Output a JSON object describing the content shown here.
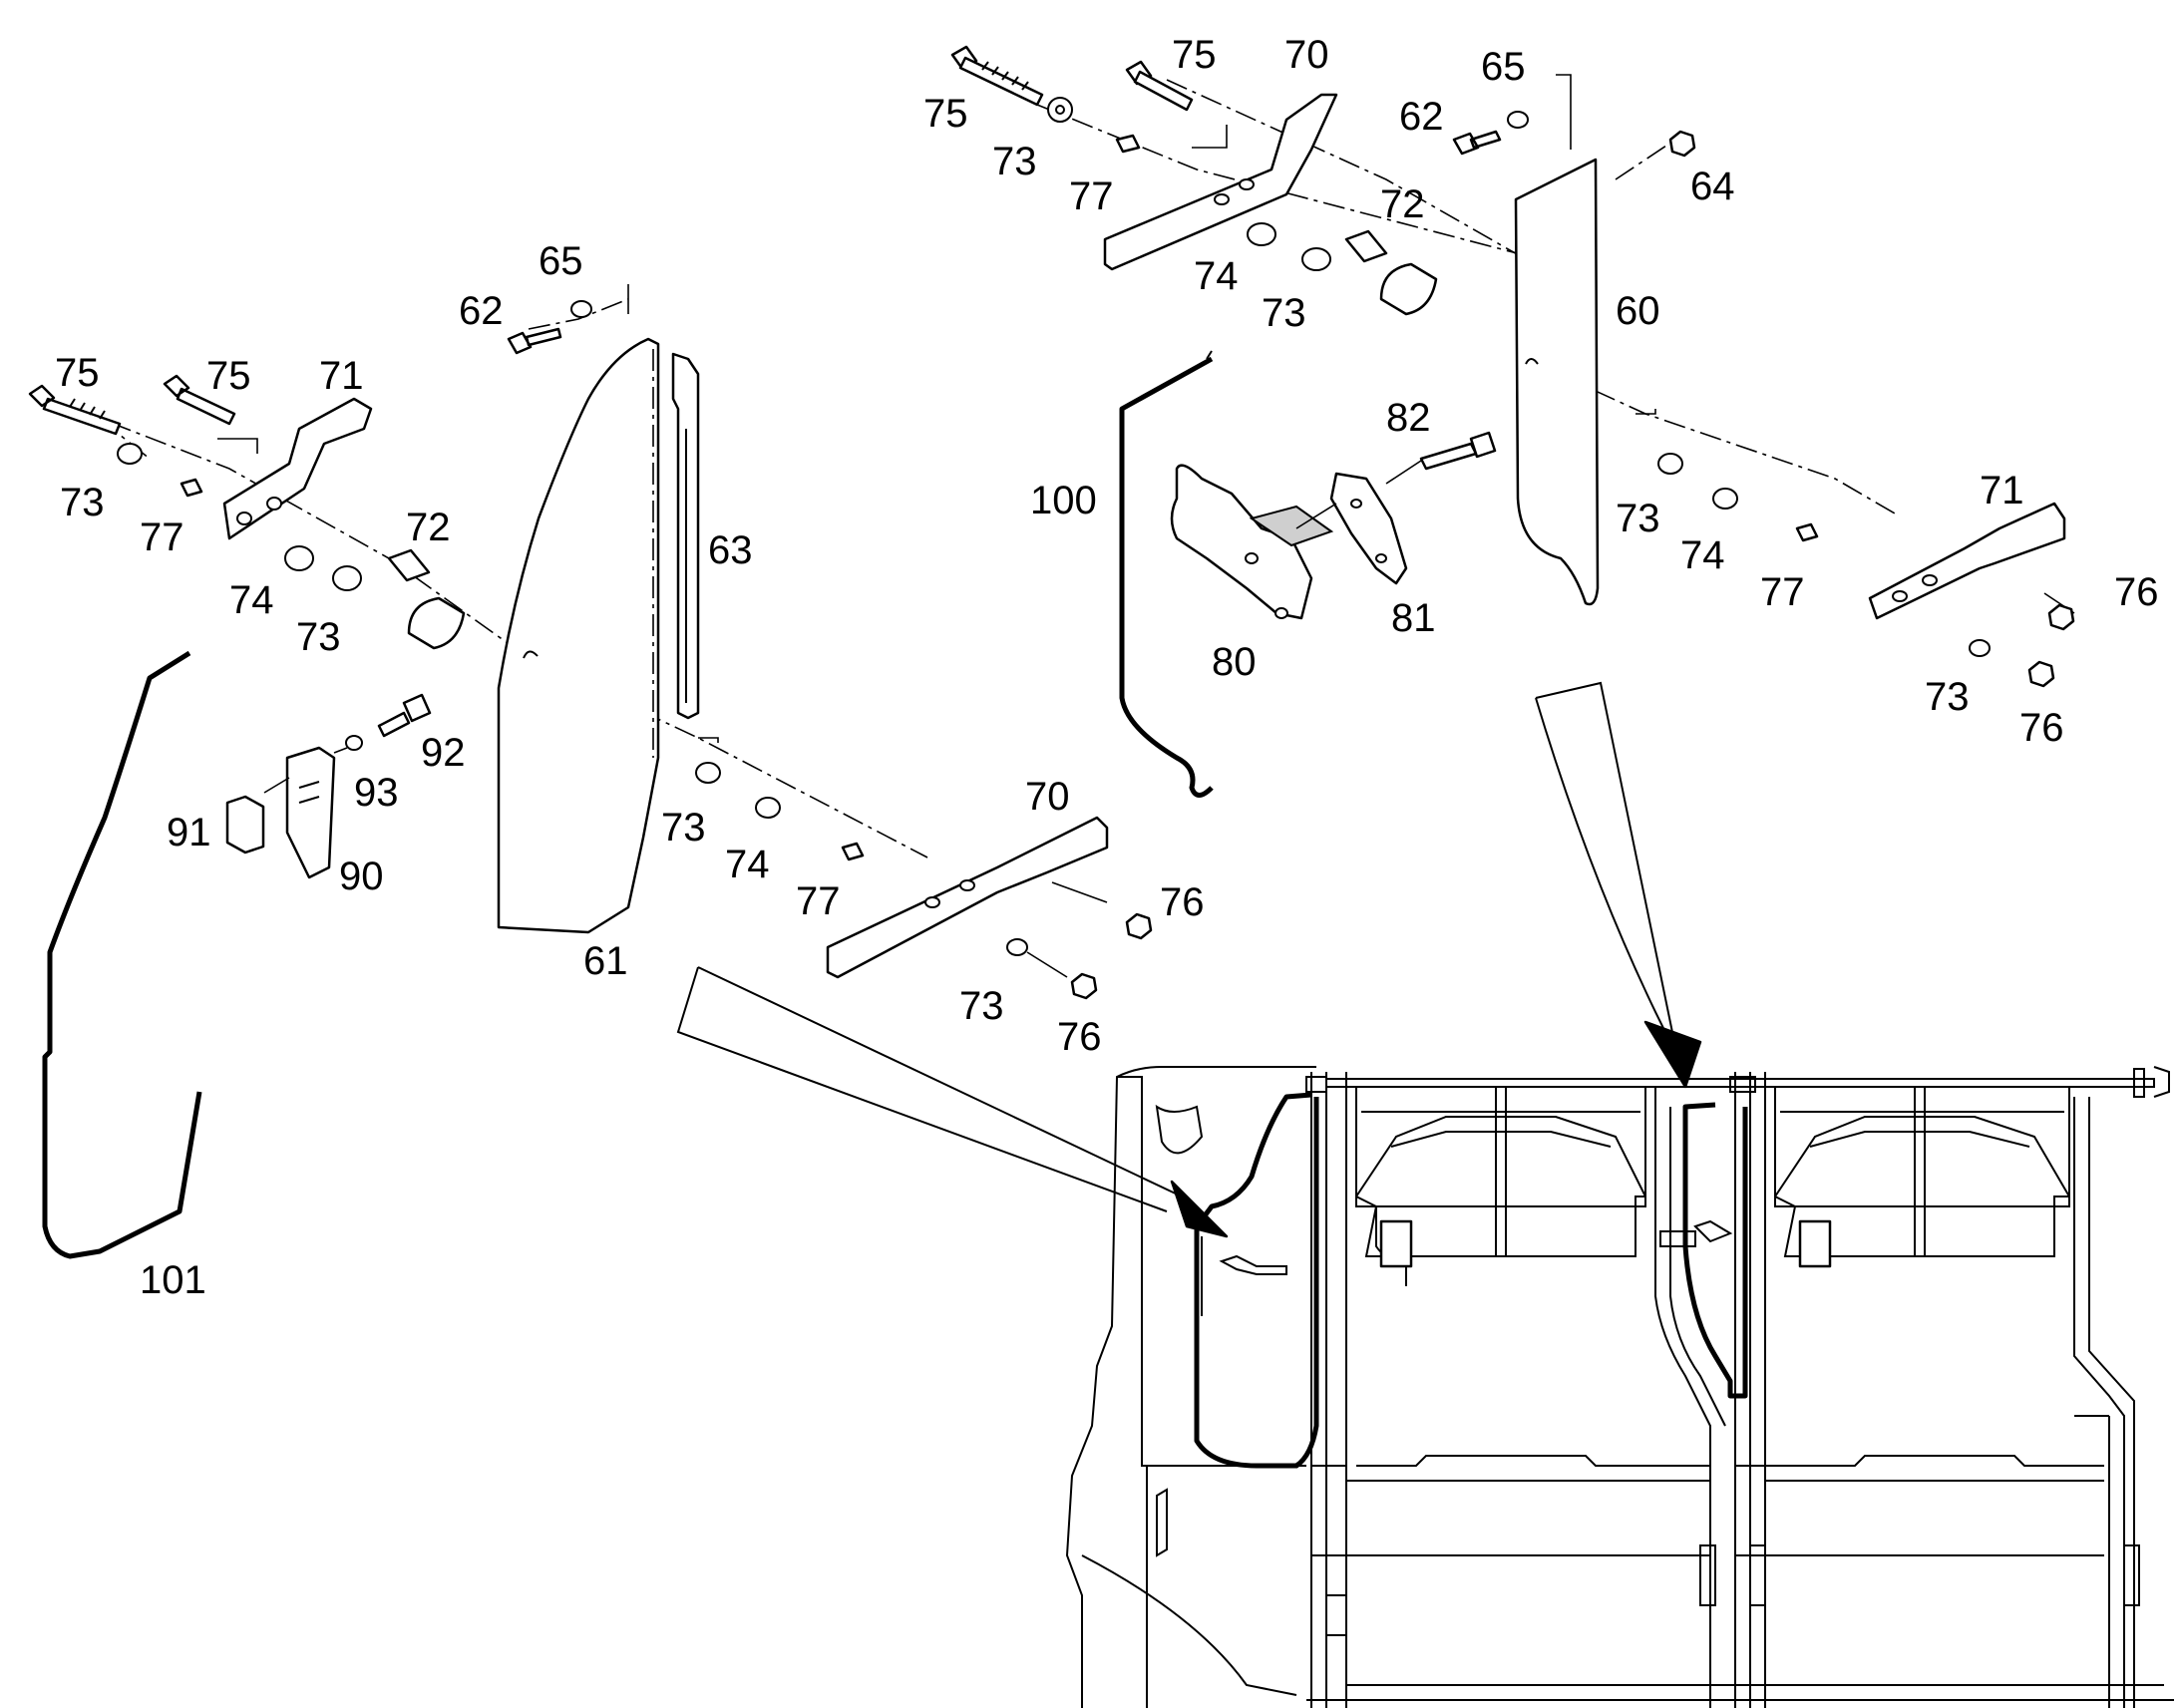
{
  "diagram": {
    "labels": {
      "l_75a": "75",
      "l_75b": "75",
      "l_70a": "70",
      "l_65a": "65",
      "l_62a": "62",
      "l_73a": "73",
      "l_77a": "77",
      "l_64": "64",
      "l_72a": "72",
      "l_74a": "74",
      "l_73b": "73",
      "l_60": "60",
      "l_82": "82",
      "l_100": "100",
      "l_80": "80",
      "l_81": "81",
      "l_73c": "73",
      "l_74b": "74",
      "l_71a": "71",
      "l_77b": "77",
      "l_76a": "76",
      "l_73d": "73",
      "l_76b": "76",
      "l_65b": "65",
      "l_62b": "62",
      "l_75c": "75",
      "l_75d": "75",
      "l_71b": "71",
      "l_73e": "73",
      "l_77c": "77",
      "l_72b": "72",
      "l_63": "63",
      "l_74c": "74",
      "l_73f": "73",
      "l_92": "92",
      "l_93": "93",
      "l_91": "91",
      "l_90": "90",
      "l_61": "61",
      "l_73g": "73",
      "l_74d": "74",
      "l_77d": "77",
      "l_70b": "70",
      "l_76c": "76",
      "l_73h": "73",
      "l_76d": "76",
      "l_101": "101"
    }
  }
}
